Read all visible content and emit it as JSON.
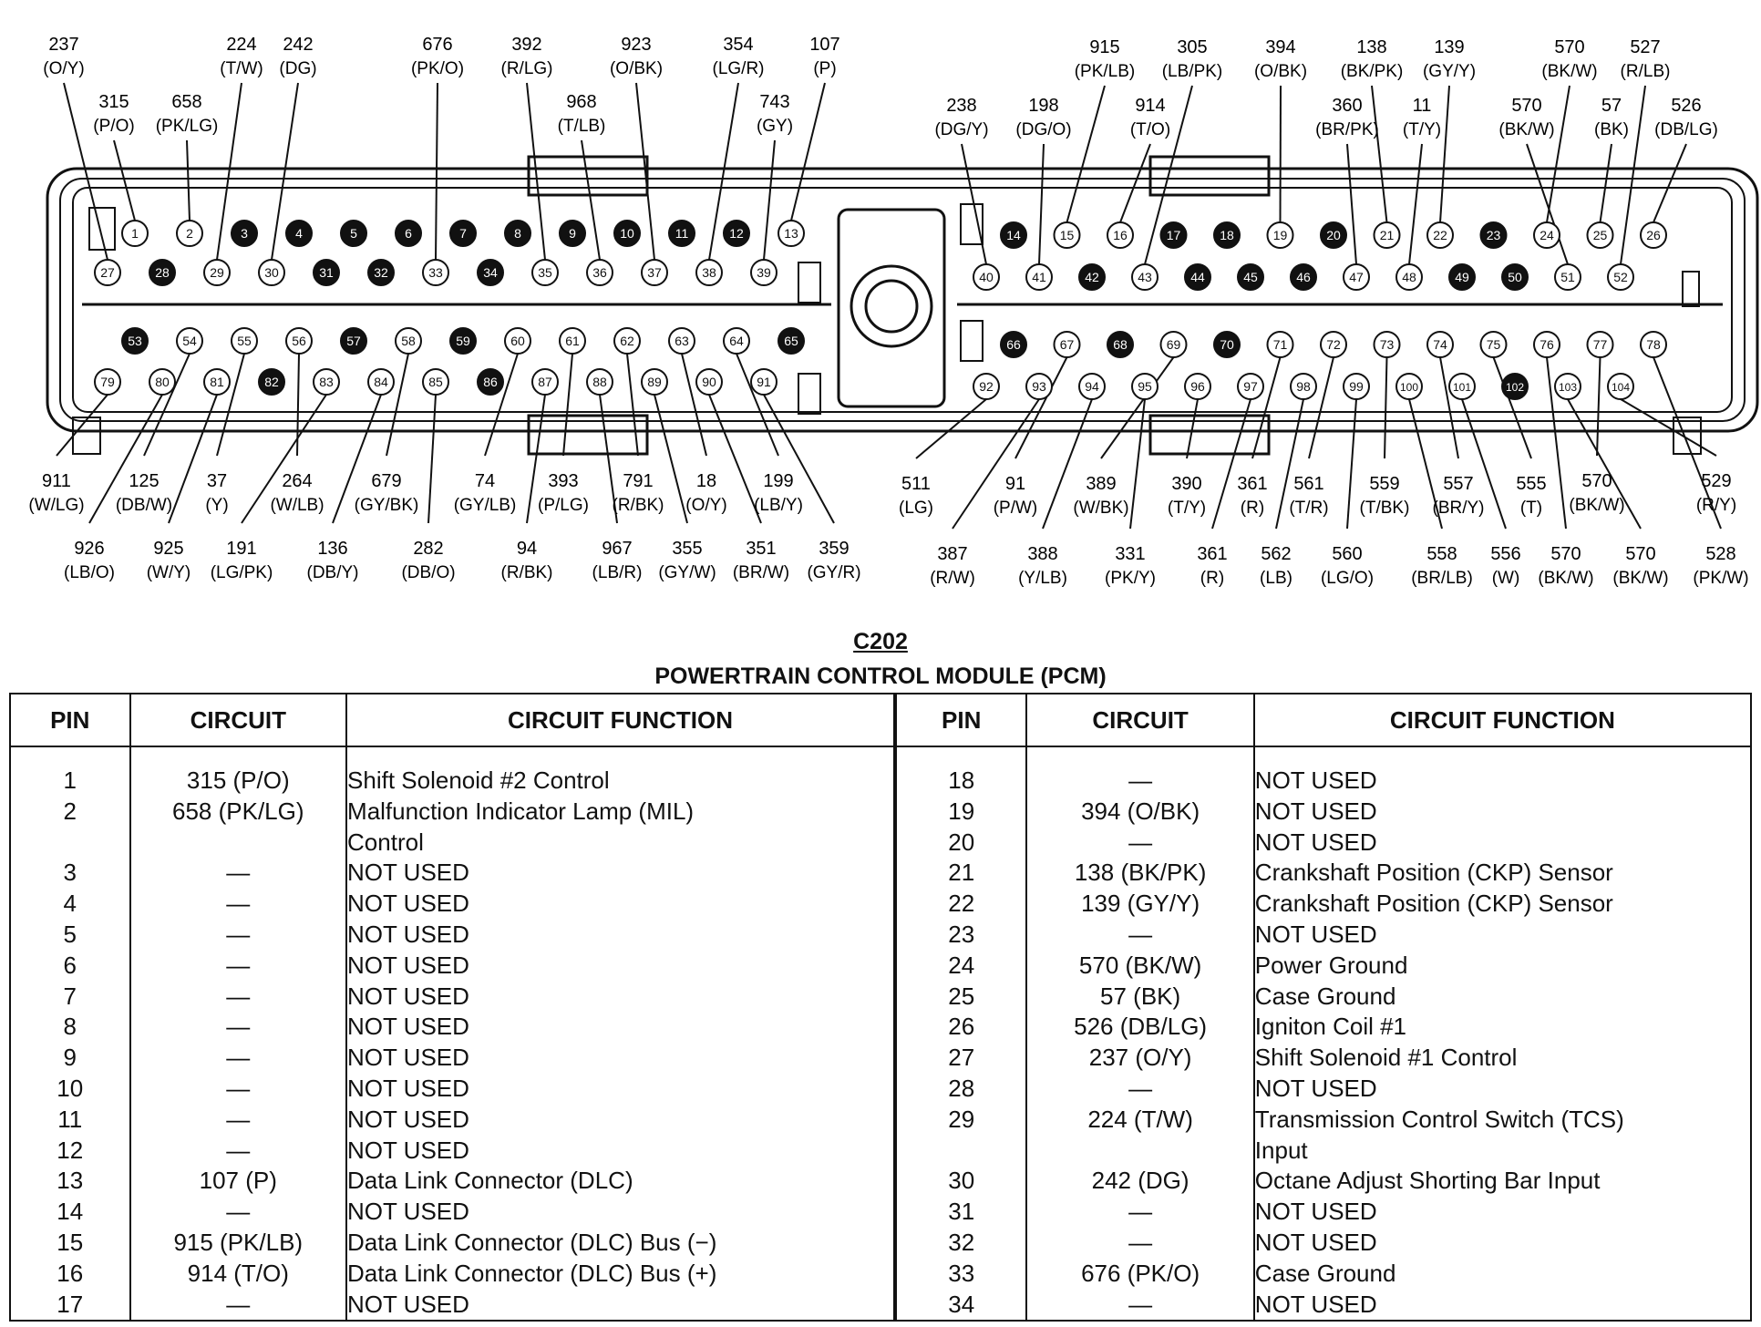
{
  "connector": {
    "id": "C202",
    "name": "POWERTRAIN CONTROL MODULE (PCM)",
    "filled_pins": [
      3,
      4,
      5,
      6,
      7,
      8,
      9,
      10,
      11,
      12,
      14,
      17,
      18,
      20,
      23,
      28,
      31,
      32,
      34,
      42,
      44,
      45,
      46,
      49,
      50,
      53,
      57,
      59,
      65,
      66,
      68,
      70,
      82,
      86,
      102
    ]
  },
  "wire_labels": [
    {
      "pin": 27,
      "circuit": "237",
      "color": "(O/Y)"
    },
    {
      "pin": 1,
      "circuit": "315",
      "color": "(P/O)"
    },
    {
      "pin": 2,
      "circuit": "658",
      "color": "(PK/LG)"
    },
    {
      "pin": 29,
      "circuit": "224",
      "color": "(T/W)"
    },
    {
      "pin": 30,
      "circuit": "242",
      "color": "(DG)"
    },
    {
      "pin": 33,
      "circuit": "676",
      "color": "(PK/O)"
    },
    {
      "pin": 35,
      "circuit": "392",
      "color": "(R/LG)"
    },
    {
      "pin": 36,
      "circuit": "968",
      "color": "(T/LB)"
    },
    {
      "pin": 37,
      "circuit": "923",
      "color": "(O/BK)"
    },
    {
      "pin": 38,
      "circuit": "354",
      "color": "(LG/R)"
    },
    {
      "pin": 39,
      "circuit": "743",
      "color": "(GY)"
    },
    {
      "pin": 13,
      "circuit": "107",
      "color": "(P)"
    },
    {
      "pin": 40,
      "circuit": "238",
      "color": "(DG/Y)"
    },
    {
      "pin": 41,
      "circuit": "198",
      "color": "(DG/O)"
    },
    {
      "pin": 15,
      "circuit": "915",
      "color": "(PK/LB)"
    },
    {
      "pin": 16,
      "circuit": "914",
      "color": "(T/O)"
    },
    {
      "pin": 43,
      "circuit": "305",
      "color": "(LB/PK)"
    },
    {
      "pin": 19,
      "circuit": "394",
      "color": "(O/BK)"
    },
    {
      "pin": 47,
      "circuit": "360",
      "color": "(BR/PK)"
    },
    {
      "pin": 21,
      "circuit": "138",
      "color": "(BK/PK)"
    },
    {
      "pin": 48,
      "circuit": "11",
      "color": "(T/Y)"
    },
    {
      "pin": 22,
      "circuit": "139",
      "color": "(GY/Y)"
    },
    {
      "pin": 24,
      "circuit": "570",
      "color": "(BK/W)"
    },
    {
      "pin": 51,
      "circuit": "570",
      "color": "(BK/W)"
    },
    {
      "pin": 25,
      "circuit": "57",
      "color": "(BK)"
    },
    {
      "pin": 52,
      "circuit": "527",
      "color": "(R/LB)"
    },
    {
      "pin": 26,
      "circuit": "526",
      "color": "(DB/LG)"
    },
    {
      "pin": 79,
      "circuit": "911",
      "color": "(W/LG)"
    },
    {
      "pin": 54,
      "circuit": "125",
      "color": "(DB/W)"
    },
    {
      "pin": 55,
      "circuit": "37",
      "color": "(Y)"
    },
    {
      "pin": 56,
      "circuit": "264",
      "color": "(W/LB)"
    },
    {
      "pin": 58,
      "circuit": "679",
      "color": "(GY/BK)"
    },
    {
      "pin": 60,
      "circuit": "74",
      "color": "(GY/LB)"
    },
    {
      "pin": 61,
      "circuit": "393",
      "color": "(P/LG)"
    },
    {
      "pin": 62,
      "circuit": "791",
      "color": "(R/BK)"
    },
    {
      "pin": 63,
      "circuit": "18",
      "color": "(O/Y)"
    },
    {
      "pin": 64,
      "circuit": "199",
      "color": "(LB/Y)"
    },
    {
      "pin": 80,
      "circuit": "926",
      "color": "(LB/O)"
    },
    {
      "pin": 81,
      "circuit": "925",
      "color": "(W/Y)"
    },
    {
      "pin": 83,
      "circuit": "191",
      "color": "(LG/PK)"
    },
    {
      "pin": 84,
      "circuit": "136",
      "color": "(DB/Y)"
    },
    {
      "pin": 85,
      "circuit": "282",
      "color": "(DB/O)"
    },
    {
      "pin": 87,
      "circuit": "94",
      "color": "(R/BK)"
    },
    {
      "pin": 88,
      "circuit": "967",
      "color": "(LB/R)"
    },
    {
      "pin": 89,
      "circuit": "355",
      "color": "(GY/W)"
    },
    {
      "pin": 90,
      "circuit": "351",
      "color": "(BR/W)"
    },
    {
      "pin": 91,
      "circuit": "359",
      "color": "(GY/R)"
    },
    {
      "pin": 92,
      "circuit": "511",
      "color": "(LG)"
    },
    {
      "pin": 67,
      "circuit": "91",
      "color": "(P/W)"
    },
    {
      "pin": 69,
      "circuit": "389",
      "color": "(W/BK)"
    },
    {
      "pin": 96,
      "circuit": "390",
      "color": "(T/Y)"
    },
    {
      "pin": 71,
      "circuit": "361",
      "color": "(R)"
    },
    {
      "pin": 72,
      "circuit": "561",
      "color": "(T/R)"
    },
    {
      "pin": 73,
      "circuit": "559",
      "color": "(T/BK)"
    },
    {
      "pin": 74,
      "circuit": "557",
      "color": "(BR/Y)"
    },
    {
      "pin": 75,
      "circuit": "555",
      "color": "(T)"
    },
    {
      "pin": 77,
      "circuit": "570",
      "color": "(BK/W)"
    },
    {
      "pin": 104,
      "circuit": "529",
      "color": "(R/Y)"
    },
    {
      "pin": 93,
      "circuit": "387",
      "color": "(R/W)"
    },
    {
      "pin": 94,
      "circuit": "388",
      "color": "(Y/LB)"
    },
    {
      "pin": 95,
      "circuit": "331",
      "color": "(PK/Y)"
    },
    {
      "pin": 97,
      "circuit": "361",
      "color": "(R)"
    },
    {
      "pin": 98,
      "circuit": "562",
      "color": "(LB)"
    },
    {
      "pin": 99,
      "circuit": "560",
      "color": "(LG/O)"
    },
    {
      "pin": 100,
      "circuit": "558",
      "color": "(BR/LB)"
    },
    {
      "pin": 101,
      "circuit": "556",
      "color": "(W)"
    },
    {
      "pin": 76,
      "circuit": "570",
      "color": "(BK/W)"
    },
    {
      "pin": 103,
      "circuit": "570",
      "color": "(BK/W)"
    },
    {
      "pin": 78,
      "circuit": "528",
      "color": "(PK/W)"
    }
  ],
  "table": {
    "headers": {
      "pin": "PIN",
      "circuit": "CIRCUIT",
      "function": "CIRCUIT FUNCTION"
    },
    "left": {
      "pin": "1\n2\n\n3\n4\n5\n6\n7\n8\n9\n10\n11\n12\n13\n14\n15\n16\n17",
      "circuit": "315 (P/O)\n658 (PK/LG)\n\n—\n—\n—\n—\n—\n—\n—\n—\n—\n—\n107 (P)\n—\n915 (PK/LB)\n914 (T/O)\n—",
      "function": "Shift Solenoid #2 Control\nMalfunction Indicator Lamp (MIL)\nControl\nNOT USED\nNOT USED\nNOT USED\nNOT USED\nNOT USED\nNOT USED\nNOT USED\nNOT USED\nNOT USED\nNOT USED\nData Link Connector (DLC)\nNOT USED\nData Link Connector (DLC) Bus (−)\nData Link Connector (DLC) Bus (+)\nNOT USED"
    },
    "right": {
      "pin": "18\n19\n20\n21\n22\n23\n24\n25\n26\n27\n28\n29\n\n30\n31\n32\n33\n34",
      "circuit": "—\n394 (O/BK)\n—\n138 (BK/PK)\n139 (GY/Y)\n—\n570 (BK/W)\n57 (BK)\n526 (DB/LG)\n237 (O/Y)\n—\n224 (T/W)\n\n242 (DG)\n—\n—\n676 (PK/O)\n—",
      "function": "NOT USED\nNOT USED\nNOT USED\nCrankshaft Position (CKP) Sensor\nCrankshaft Position (CKP) Sensor\nNOT USED\nPower Ground\nCase Ground\nIgniton Coil #1\nShift Solenoid #1 Control\nNOT USED\nTransmission Control Switch (TCS)\nInput\nOctane Adjust Shorting Bar Input\nNOT USED\nNOT USED\nCase Ground\nNOT USED"
    }
  }
}
